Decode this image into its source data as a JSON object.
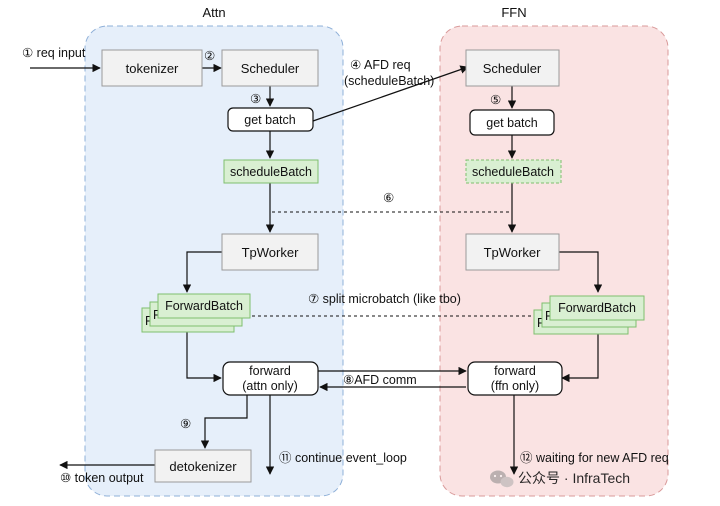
{
  "regions": {
    "attn_title": "Attn",
    "ffn_title": "FFN"
  },
  "nodes": {
    "tokenizer": "tokenizer",
    "attn_scheduler": "Scheduler",
    "attn_get_batch": "get batch",
    "attn_schedule_batch": "scheduleBatch",
    "attn_tpworker": "TpWorker",
    "attn_forward_batch": "ForwardBatch",
    "attn_forward_line1": "forward",
    "attn_forward_line2": "(attn only)",
    "detokenizer": "detokenizer",
    "ffn_scheduler": "Scheduler",
    "ffn_get_batch": "get batch",
    "ffn_schedule_batch": "scheduleBatch",
    "ffn_tpworker": "TpWorker",
    "ffn_forward_batch": "ForwardBatch",
    "ffn_forward_line1": "forward",
    "ffn_forward_line2": "(ffn only)",
    "stack_peek": "F"
  },
  "labels": {
    "step1": "① req input",
    "step2": "②",
    "step3": "③",
    "step4_line1": "④ AFD req",
    "step4_line2": "(scheduleBatch)",
    "step5": "⑤",
    "step6": "⑥",
    "step7": "⑦ split microbatch (like tbo)",
    "step8": "⑧AFD comm",
    "step9": "⑨",
    "step10": "⑩ token output",
    "step11": "⑪ continue event_loop",
    "step12": "⑫ waiting for new AFD req"
  },
  "watermark": {
    "icon": "wechat-icon",
    "text": "公众号 · InfraTech"
  },
  "colors": {
    "attn_region": "#e6effa",
    "attn_border": "#8fb0d8",
    "ffn_region": "#fae3e3",
    "ffn_border": "#d99a9a",
    "green_box": "#d9efd2"
  }
}
